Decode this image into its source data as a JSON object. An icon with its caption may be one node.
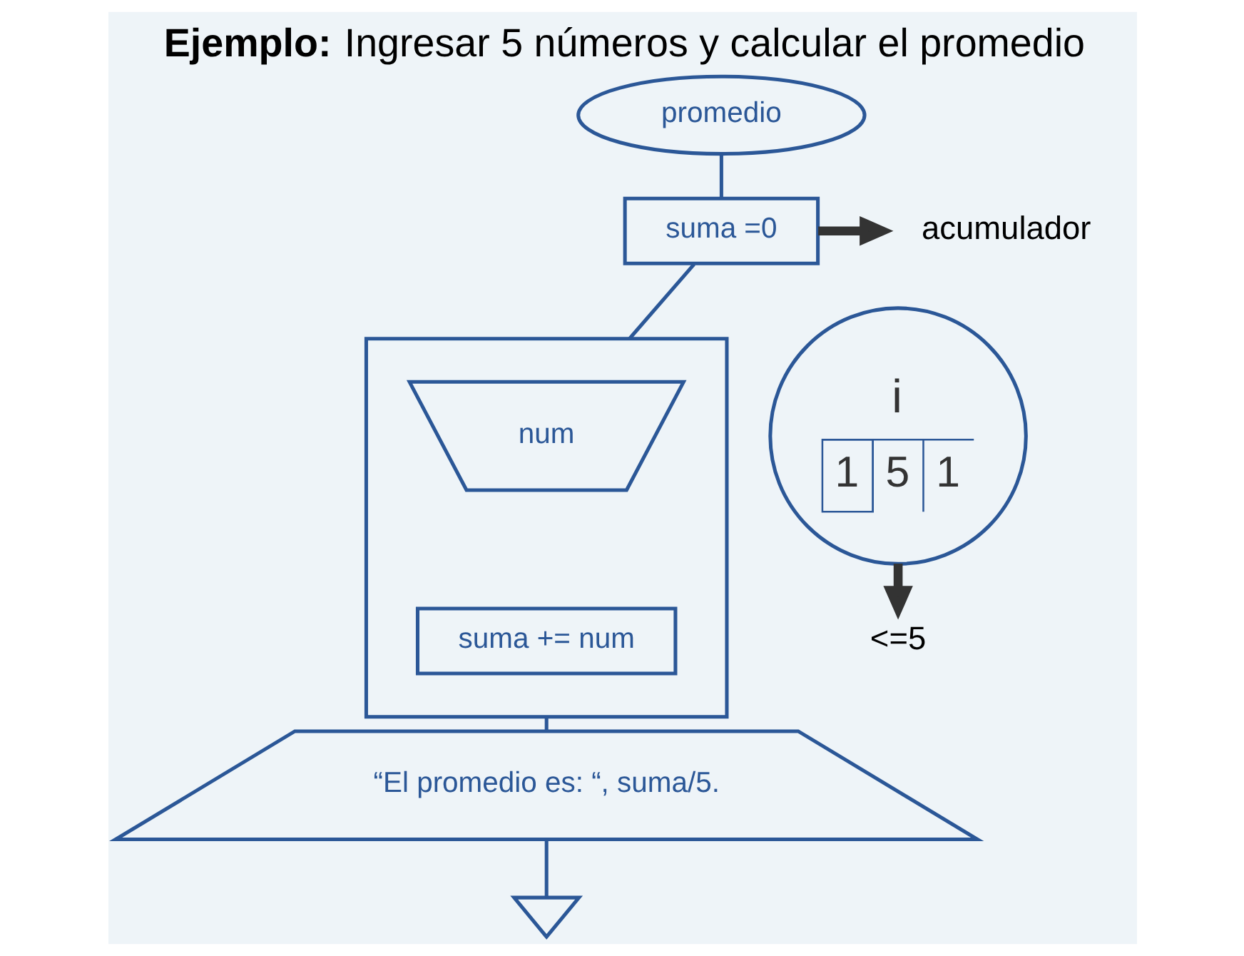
{
  "diagram": {
    "title": "**Ejemplo:** Ingresar 5 números y calcular el promedio",
    "nodes": [
      {
        "text": [
          "promedio"
        ]
      },
      {
        "text": [
          "suma =0"
        ]
      },
      {
        "text": [],
        "shape": "box"
      },
      {
        "text": [
          "num"
        ],
        "in": 2
      },
      {
        "text": [
          "suma += num"
        ],
        "in": 2
      },
      {
        "text": [
          "i",
          "1",
          "5",
          "1"
        ]
      },
      {
        "text": [
          "“El promedio es: “, suma/5."
        ]
      },
      {
        "text": [],
        "shape": "triangle"
      },
      {
        "text": [
          "acumulador"
        ]
      },
      {
        "text": [
          "<=5"
        ]
      }
    ],
    "edges": [
      {
        "from": 0,
        "to": 1,
        "arrow": "none"
      },
      {
        "from": 1,
        "to": 2,
        "arrow": "none"
      },
      {
        "from": 2,
        "to": 6,
        "arrow": "none"
      },
      {
        "from": 6,
        "to": 7,
        "arrow": "none"
      },
      {
        "from": 1,
        "to": 8,
        "arrow": "to",
        "style": "thick",
        "color": "#333333"
      },
      {
        "from": 5,
        "to": 9,
        "arrow": "to",
        "style": "thick",
        "color": "#333333"
      }
    ]
  }
}
